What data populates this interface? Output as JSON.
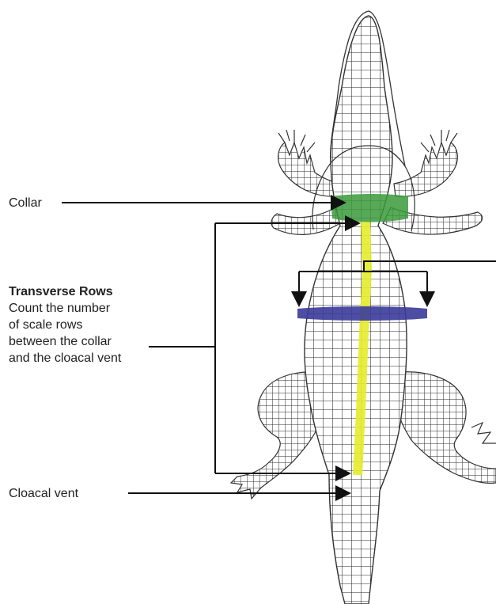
{
  "labels": {
    "collar": "Collar",
    "transverse_title": "Transverse Rows",
    "transverse_lines": [
      "Count the number",
      "of scale rows",
      "between the collar",
      "and the cloacal vent"
    ],
    "cloacal_vent": "Cloacal vent"
  },
  "colors": {
    "collar_band": "#3a9a3a",
    "midline": "#e6ec2a",
    "transverse_band": "#3a3a9a",
    "ink": "#222222"
  }
}
